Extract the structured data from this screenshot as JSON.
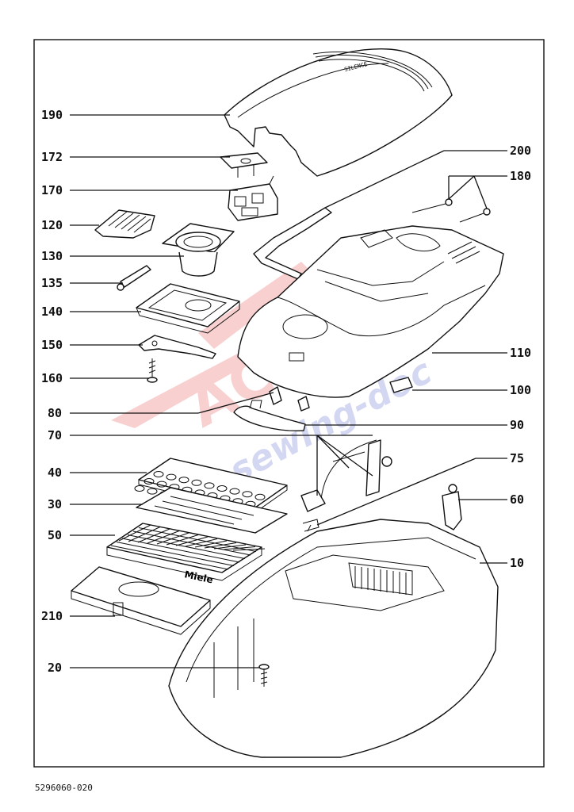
{
  "labels": {
    "p190": "190",
    "p172": "172",
    "p170": "170",
    "p120": "120",
    "p130": "130",
    "p135": "135",
    "p140": "140",
    "p150": "150",
    "p160": "160",
    "p80": "80",
    "p70": "70",
    "p40": "40",
    "p30": "30",
    "p50": "50",
    "p210": "210",
    "p20": "20",
    "p200": "200",
    "p180": "180",
    "p110": "110",
    "p100": "100",
    "p90": "90",
    "p75": "75",
    "p60": "60",
    "p10": "10"
  },
  "footer_code": "5296060-020",
  "part_markings": {
    "filter_brand": "Miele",
    "lid_badge": "SILENCE"
  },
  "watermark": {
    "main": "ACTIONS",
    "sub": "sewing-doc",
    "color_red": "#e03030",
    "color_blue": "#3d4fc4"
  }
}
